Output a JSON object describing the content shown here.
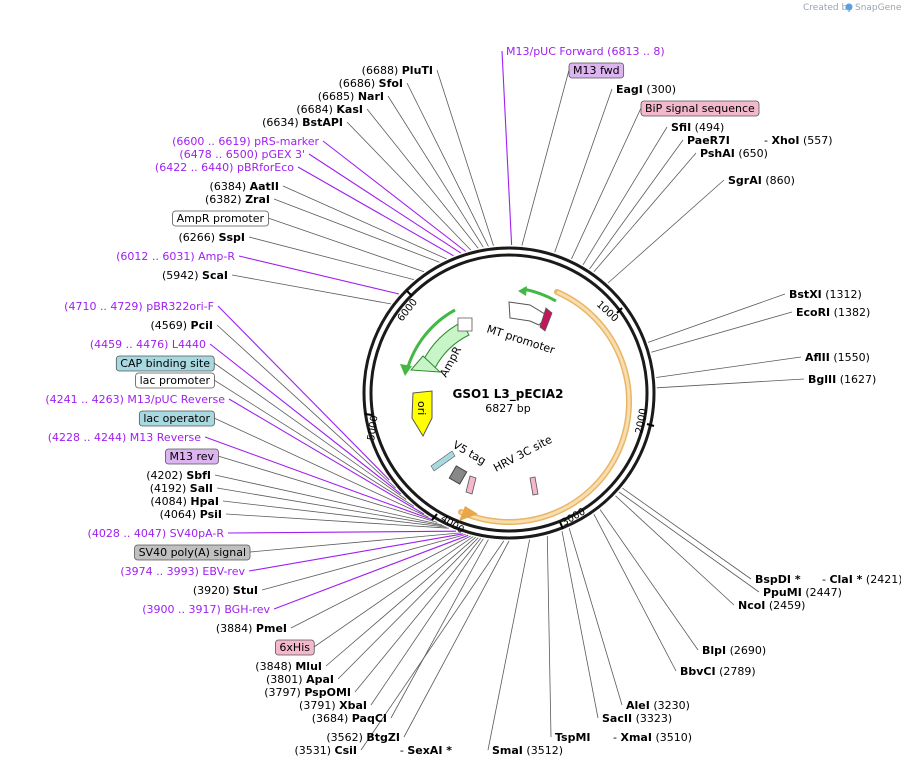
{
  "credit": {
    "text": "Created by",
    "brand": "SnapGene"
  },
  "plasmid": {
    "name": "GSO1 L3_pECIA2",
    "size_label": "6827 bp"
  },
  "ticks": [
    "1000",
    "2000",
    "3000",
    "4000",
    "5000",
    "6000"
  ],
  "inner_labels": {
    "mt_promoter": "MT promoter",
    "ampr": "AmpR",
    "ori": "ori",
    "v5_tag": "V5 tag",
    "hrv_3c": "HRV 3C site"
  },
  "colors": {
    "primer": "#a020f0",
    "orf_outline": "#e8a84a",
    "ampr_fill": "#c8f5c8",
    "ori_fill": "#ffff00",
    "pink_box": "#f4b8cc",
    "purple_box": "#dcb4f0",
    "teal_box": "#a8d8e0",
    "gray_box": "#c0c0c0"
  },
  "labels": [
    {
      "name": "M13/pUC Forward",
      "pos": "(6813 .. 8)",
      "style": "primer"
    },
    {
      "name": "M13 fwd",
      "pos": "",
      "style": "purple"
    },
    {
      "name": "EagI",
      "pos": "(300)",
      "style": "site"
    },
    {
      "name": "BiP signal sequence",
      "pos": "",
      "style": "pink"
    },
    {
      "name": "SfiI",
      "pos": "(494)",
      "style": "site"
    },
    {
      "name": "PaeR7I",
      "pos": "",
      "style": "site"
    },
    {
      "name": "XhoI",
      "pos": "(557)",
      "style": "site",
      "prefix": " - "
    },
    {
      "name": "PshAI",
      "pos": "(650)",
      "style": "site"
    },
    {
      "name": "SgrAI",
      "pos": "(860)",
      "style": "site"
    },
    {
      "name": "BstXI",
      "pos": "(1312)",
      "style": "site"
    },
    {
      "name": "EcoRI",
      "pos": "(1382)",
      "style": "site"
    },
    {
      "name": "AflII",
      "pos": "(1550)",
      "style": "site"
    },
    {
      "name": "BglII",
      "pos": "(1627)",
      "style": "site"
    },
    {
      "name": "BspDI *",
      "pos": "",
      "style": "site"
    },
    {
      "name": "ClaI *",
      "pos": "(2421)",
      "style": "site",
      "prefix": " - "
    },
    {
      "name": "PpuMI",
      "pos": "(2447)",
      "style": "site"
    },
    {
      "name": "NcoI",
      "pos": "(2459)",
      "style": "site"
    },
    {
      "name": "BlpI",
      "pos": "(2690)",
      "style": "site"
    },
    {
      "name": "BbvCI",
      "pos": "(2789)",
      "style": "site"
    },
    {
      "name": "AleI",
      "pos": "(3230)",
      "style": "site"
    },
    {
      "name": "SacII",
      "pos": "(3323)",
      "style": "site"
    },
    {
      "name": "TspMI",
      "pos": "",
      "style": "site"
    },
    {
      "name": "XmaI",
      "pos": "(3510)",
      "style": "site",
      "prefix": " - "
    },
    {
      "name": "SmaI",
      "pos": "(3512)",
      "style": "site"
    },
    {
      "name": "BtgZI",
      "pos": "(3562)",
      "style": "site"
    },
    {
      "name": "CsiI",
      "pos": "(3531)",
      "style": "site"
    },
    {
      "name": "SexAI *",
      "pos": "",
      "style": "site",
      "prefix": " - "
    },
    {
      "name": "PaqCI",
      "pos": "(3684)",
      "style": "site"
    },
    {
      "name": "XbaI",
      "pos": "(3791)",
      "style": "site"
    },
    {
      "name": "PspOMI",
      "pos": "(3797)",
      "style": "site"
    },
    {
      "name": "ApaI",
      "pos": "(3801)",
      "style": "site"
    },
    {
      "name": "MluI",
      "pos": "(3848)",
      "style": "site"
    },
    {
      "name": "6xHis",
      "pos": "",
      "style": "pink"
    },
    {
      "name": "PmeI",
      "pos": "(3884)",
      "style": "site"
    },
    {
      "name": "BGH-rev",
      "pos": "(3900 .. 3917)",
      "style": "primer"
    },
    {
      "name": "StuI",
      "pos": "(3920)",
      "style": "site"
    },
    {
      "name": "EBV-rev",
      "pos": "(3974 .. 3993)",
      "style": "primer"
    },
    {
      "name": "SV40 poly(A) signal",
      "pos": "",
      "style": "gray"
    },
    {
      "name": "SV40pA-R",
      "pos": "(4028 .. 4047)",
      "style": "primer"
    },
    {
      "name": "PsiI",
      "pos": "(4064)",
      "style": "site"
    },
    {
      "name": "HpaI",
      "pos": "(4084)",
      "style": "site"
    },
    {
      "name": "SalI",
      "pos": "(4192)",
      "style": "site"
    },
    {
      "name": "SbfI",
      "pos": "(4202)",
      "style": "site"
    },
    {
      "name": "M13 rev",
      "pos": "",
      "style": "purple"
    },
    {
      "name": "M13 Reverse",
      "pos": "(4228 .. 4244)",
      "style": "primer"
    },
    {
      "name": "lac operator",
      "pos": "",
      "style": "teal"
    },
    {
      "name": "M13/pUC Reverse",
      "pos": "(4241 .. 4263)",
      "style": "primer"
    },
    {
      "name": "lac promoter",
      "pos": "",
      "style": "white"
    },
    {
      "name": "CAP binding site",
      "pos": "",
      "style": "teal"
    },
    {
      "name": "L4440",
      "pos": "(4459 .. 4476)",
      "style": "primer"
    },
    {
      "name": "PciI",
      "pos": "(4569)",
      "style": "site"
    },
    {
      "name": "pBR322ori-F",
      "pos": "(4710 .. 4729)",
      "style": "primer"
    },
    {
      "name": "ScaI",
      "pos": "(5942)",
      "style": "site"
    },
    {
      "name": "Amp-R",
      "pos": "(6012 .. 6031)",
      "style": "primer"
    },
    {
      "name": "SspI",
      "pos": "(6266)",
      "style": "site"
    },
    {
      "name": "AmpR promoter",
      "pos": "",
      "style": "white"
    },
    {
      "name": "ZraI",
      "pos": "(6382)",
      "style": "site"
    },
    {
      "name": "AatII",
      "pos": "(6384)",
      "style": "site"
    },
    {
      "name": "pBRforEco",
      "pos": "(6422 .. 6440)",
      "style": "primer"
    },
    {
      "name": "pGEX 3'",
      "pos": "(6478 .. 6500)",
      "style": "primer"
    },
    {
      "name": "pRS-marker",
      "pos": "(6600 .. 6619)",
      "style": "primer"
    },
    {
      "name": "BstAPI",
      "pos": "(6634)",
      "style": "site"
    },
    {
      "name": "KasI",
      "pos": "(6684)",
      "style": "site"
    },
    {
      "name": "NarI",
      "pos": "(6685)",
      "style": "site"
    },
    {
      "name": "SfoI",
      "pos": "(6686)",
      "style": "site"
    },
    {
      "name": "PluTI",
      "pos": "(6688)",
      "style": "site"
    }
  ]
}
